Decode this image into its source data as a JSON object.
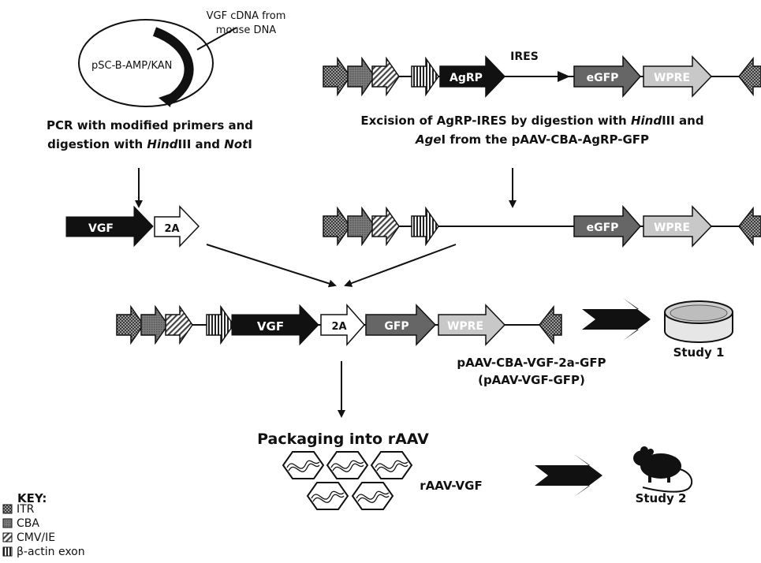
{
  "plasmid": {
    "name": "pSC-B-AMP/KAN",
    "insert_label_line1": "VGF cDNA from",
    "insert_label_line2": "mouse DNA"
  },
  "left_step": {
    "line1": "PCR with modified primers and",
    "line2_pre": "digestion with ",
    "line2_ital1": "Hind",
    "line2_mid": "III and ",
    "line2_ital2": "Not",
    "line2_post": "I"
  },
  "right_step": {
    "line1_pre": "Excision of AgRP-IRES by digestion with ",
    "line1_ital": "Hind",
    "line1_post": "III and",
    "line2_ital": "Age",
    "line2_post": "I from the pAAV-CBA-AgRP-GFP"
  },
  "top_construct": {
    "agrp": "AgRP",
    "ires": "IRES",
    "egfp": "eGFP",
    "wpre": "WPRE"
  },
  "mid_left": {
    "vgf": "VGF",
    "twoA": "2A"
  },
  "mid_right": {
    "egfp": "eGFP",
    "wpre": "WPRE"
  },
  "final_construct": {
    "vgf": "VGF",
    "twoA": "2A",
    "gfp": "GFP",
    "wpre": "WPRE",
    "name_line1": "pAAV-CBA-VGF-2a-GFP",
    "name_line2": "(pAAV-VGF-GFP)"
  },
  "study1": "Study 1",
  "packaging": "Packaging into rAAV",
  "raav_label": "rAAV-VGF",
  "study2": "Study 2",
  "key": {
    "title": "KEY:",
    "items": [
      "ITR",
      "CBA",
      "CMV/IE",
      "β-actin exon"
    ]
  }
}
